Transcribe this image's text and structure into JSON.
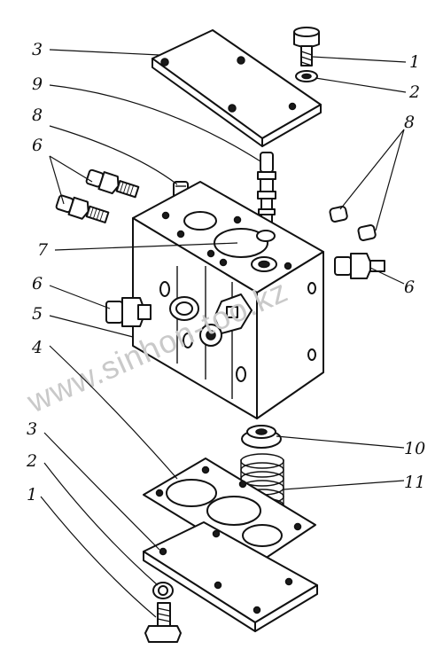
{
  "watermark": "www.sinhon-too.kz",
  "callouts": [
    "1",
    "2",
    "3",
    "9",
    "8",
    "6",
    "7",
    "6",
    "5",
    "4",
    "8",
    "6",
    "10",
    "11",
    "3",
    "2",
    "1"
  ]
}
